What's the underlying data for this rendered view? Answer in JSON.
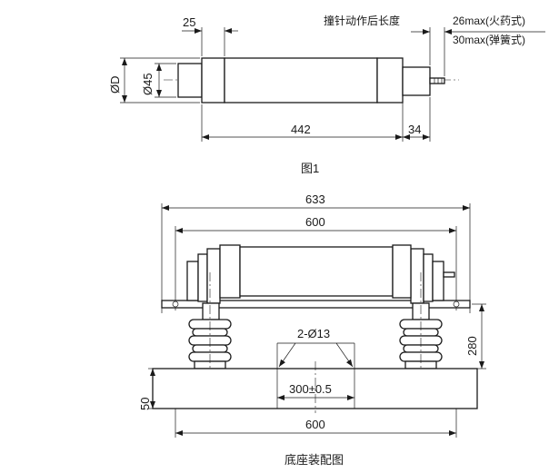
{
  "figure1": {
    "caption": "图1",
    "dim_top_left": "25",
    "dim_diameter_outer": "ØD",
    "dim_diameter_inner": "Ø45",
    "dim_length": "442",
    "dim_end": "34",
    "striker_label": "撞针动作后长度",
    "striker_max_powder": "26max(火药式)",
    "striker_max_spring": "30max(弹簧式)"
  },
  "figure2": {
    "caption": "底座装配图",
    "dim_overall": "633",
    "dim_mounting": "600",
    "dim_holes": "2-Ø13",
    "dim_height": "280",
    "dim_base_thickness": "50",
    "dim_hole_spacing": "300±0.5",
    "dim_base_length": "600"
  }
}
